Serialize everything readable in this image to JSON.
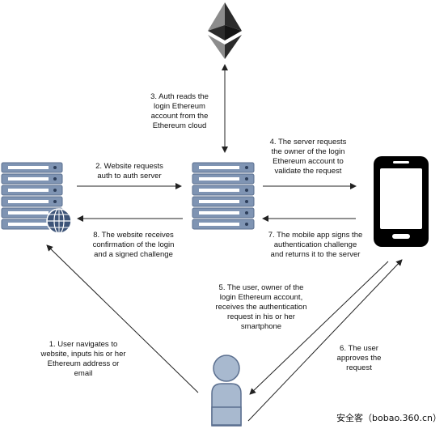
{
  "steps": [
    {
      "id": 1,
      "text": "1. User navigates to\nwebsite, inputs his or her\nEthereum address or\nemail"
    },
    {
      "id": 2,
      "text": "2. Website requests\nauth to auth server"
    },
    {
      "id": 3,
      "text": "3. Auth reads the\nlogin Ethereum\naccount from the\nEthereum cloud"
    },
    {
      "id": 4,
      "text": "4. The server requests\nthe owner of the login\nEthereum account to\nvalidate the request"
    },
    {
      "id": 5,
      "text": "5. The user, owner of the\nlogin Ethereum account,\nreceives the authentication\nrequest in his or her\nsmartphone"
    },
    {
      "id": 6,
      "text": "6. The user\napproves the\nrequest"
    },
    {
      "id": 7,
      "text": "7. The mobile app signs the\nauthentication challenge\nand returns it to the server"
    },
    {
      "id": 8,
      "text": "8. The website receives\nconfirmation of the login\nand a signed challenge"
    }
  ],
  "watermark": "安全客（bobao.360.cn）",
  "icons": [
    "ethereum-logo-icon",
    "website-server-icon",
    "globe-icon",
    "auth-server-icon",
    "smartphone-icon",
    "user-icon"
  ],
  "colors": {
    "server_fill": "#7f94b3",
    "server_stroke": "#5b6f8f",
    "user_fill": "#a8b9cf",
    "phone": "#000000",
    "arrow": "#222222",
    "eth_dark": "#2b2b2b",
    "eth_light": "#8c8c8c"
  }
}
